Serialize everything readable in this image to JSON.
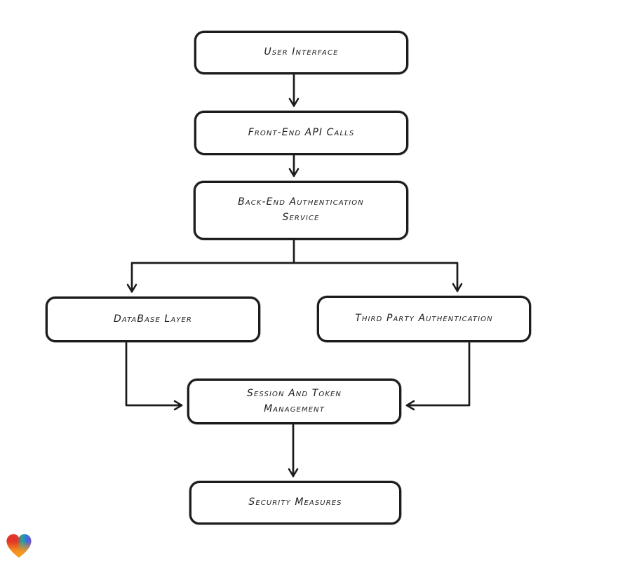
{
  "canvas": {
    "background": "#ffffff",
    "stroke_color": "#1b1b1b"
  },
  "diagram": {
    "nodes": [
      {
        "id": "user-interface",
        "label": "User Interface"
      },
      {
        "id": "front-end-api-calls",
        "label": "Front-End API Calls"
      },
      {
        "id": "back-end-authentication-service",
        "label": "Back-End Authentication\nService"
      },
      {
        "id": "database-layer",
        "label": "DataBase Layer"
      },
      {
        "id": "third-party-authentication",
        "label": "Third Party Authentication"
      },
      {
        "id": "session-and-token-management",
        "label": "Session And Token\nManagement"
      },
      {
        "id": "security-measures",
        "label": "Security Measures"
      }
    ],
    "edges": [
      {
        "from": "user-interface",
        "to": "front-end-api-calls"
      },
      {
        "from": "front-end-api-calls",
        "to": "back-end-authentication-service"
      },
      {
        "from": "back-end-authentication-service",
        "to": "database-layer"
      },
      {
        "from": "back-end-authentication-service",
        "to": "third-party-authentication"
      },
      {
        "from": "database-layer",
        "to": "session-and-token-management"
      },
      {
        "from": "third-party-authentication",
        "to": "session-and-token-management"
      },
      {
        "from": "session-and-token-management",
        "to": "security-measures"
      }
    ]
  },
  "branding": {
    "logo": "heart-logo",
    "logo_colors": {
      "red": "#e23428",
      "teal": "#1fa69b",
      "blue": "#3a6be0",
      "orange": "#f7941d"
    }
  }
}
